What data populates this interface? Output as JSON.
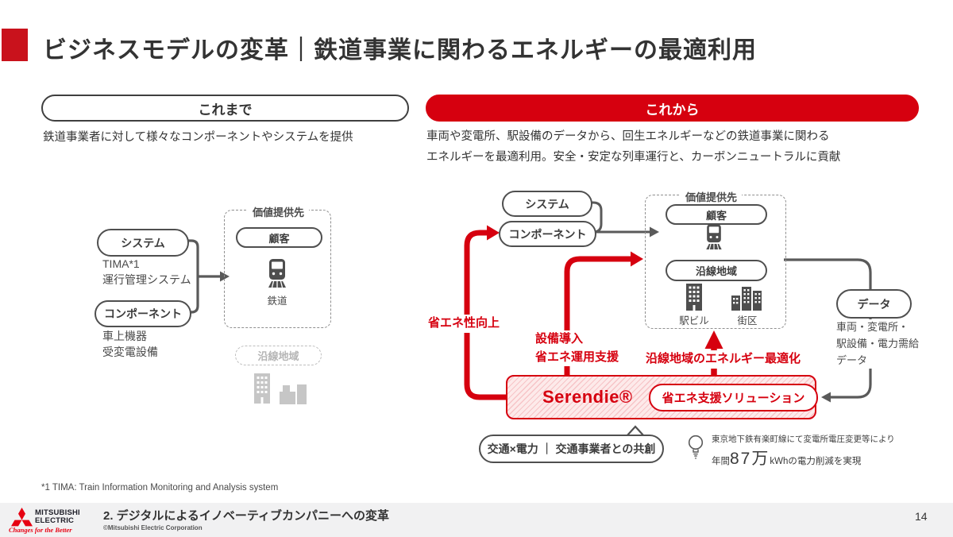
{
  "title": "ビジネスモデルの変革｜鉄道事業に関わるエネルギーの最適利用",
  "colors": {
    "accent_red": "#d6000f",
    "diagram_gray": "#5a5a5a",
    "footer_bg": "#f1f1f2"
  },
  "before": {
    "header": "これまで",
    "description": "鉄道事業者に対して様々なコンポーネントやシステムを提供",
    "system": "システム",
    "system_note1": "TIMA*1",
    "system_note2": "運行管理システム",
    "component": "コンポーネント",
    "component_note1": "車上機器",
    "component_note2": "受変電設備",
    "value_title": "価値提供先",
    "customer": "顧客",
    "rail": "鉄道",
    "region": "沿線地域"
  },
  "after": {
    "header": "これから",
    "desc1": "車両や変電所、駅設備のデータから、回生エネルギーなどの鉄道事業に関わる",
    "desc2": "エネルギーを最適利用。安全・安定な列車運行と、カーボンニュートラルに貢献",
    "system": "システム",
    "component": "コンポーネント",
    "value_title": "価値提供先",
    "customer": "顧客",
    "region": "沿線地域",
    "station": "駅ビル",
    "district": "街区",
    "data_pill": "データ",
    "data_note1": "車両・変電所・",
    "data_note2": "駅設備・電力需給",
    "data_note3": "データ",
    "label_saving": "省エネ性向上",
    "label_equip1": "設備導入",
    "label_equip2": "省エネ運用支援",
    "label_region_opt": "沿線地域のエネルギー最適化",
    "brand": "Serendie®",
    "solution": "省エネ支援ソリューション",
    "cocreation": "交通×電力 ｜ 交通事業者との共創",
    "ach_line1": "東京地下鉄有楽町線にて変電所電圧変更等により",
    "ach_prefix": "年間",
    "ach_big": "87万",
    "ach_unit": "kWh",
    "ach_suffix": "の電力削減を実現"
  },
  "footnote": "*1 TIMA: Train Information Monitoring and Analysis system",
  "footer": {
    "brand1": "MITSUBISHI",
    "brand2": "ELECTRIC",
    "tagline": "Changes for the Better",
    "section": "2. デジタルによるイノベーティブカンパニーへの変革",
    "copyright": "©Mitsubishi Electric Corporation",
    "page": "14"
  }
}
